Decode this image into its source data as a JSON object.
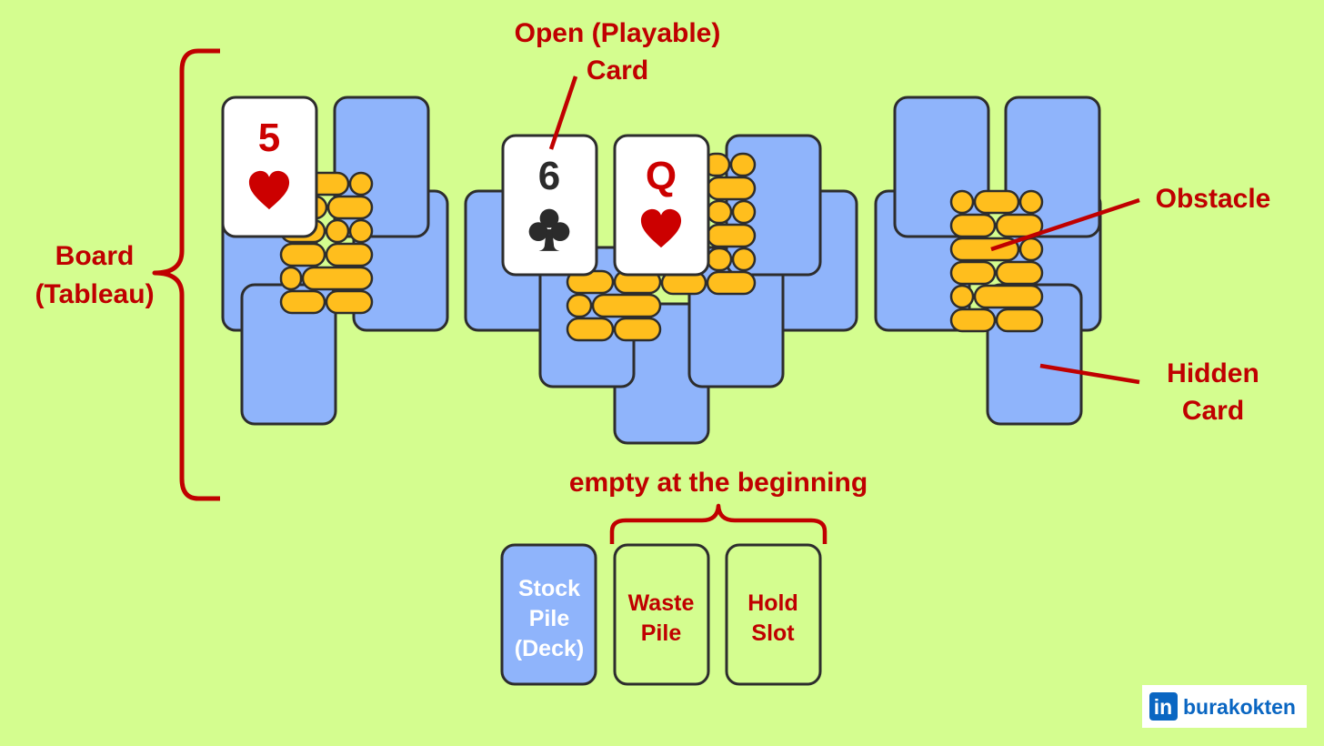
{
  "colors": {
    "background": "#d4fd8f",
    "annotation": "#c00000",
    "card_back": "#8fb4fb",
    "card_face": "#ffffff",
    "outline": "#2d2d2d",
    "obstacle": "#ffbe1d",
    "club": "#2b2b2b",
    "heart": "#cc0000",
    "linkedin_blue": "#0a66c2"
  },
  "labels": {
    "board_line1": "Board",
    "board_line2": "(Tableau)",
    "open_card_line1": "Open (Playable)",
    "open_card_line2": "Card",
    "obstacle": "Obstacle",
    "hidden_card_line1": "Hidden",
    "hidden_card_line2": "Card",
    "empty_note": "empty at the beginning"
  },
  "open_cards": [
    {
      "rank": "5",
      "suit": "heart-icon"
    },
    {
      "rank": "6",
      "suit": "club-icon"
    },
    {
      "rank": "Q",
      "suit": "heart-icon"
    }
  ],
  "slots": {
    "stock_line1": "Stock",
    "stock_line2": "Pile",
    "stock_line3": "(Deck)",
    "waste_line1": "Waste",
    "waste_line2": "Pile",
    "hold_line1": "Hold",
    "hold_line2": "Slot"
  },
  "watermark": {
    "logo_text": "in",
    "handle": "burakokten"
  }
}
